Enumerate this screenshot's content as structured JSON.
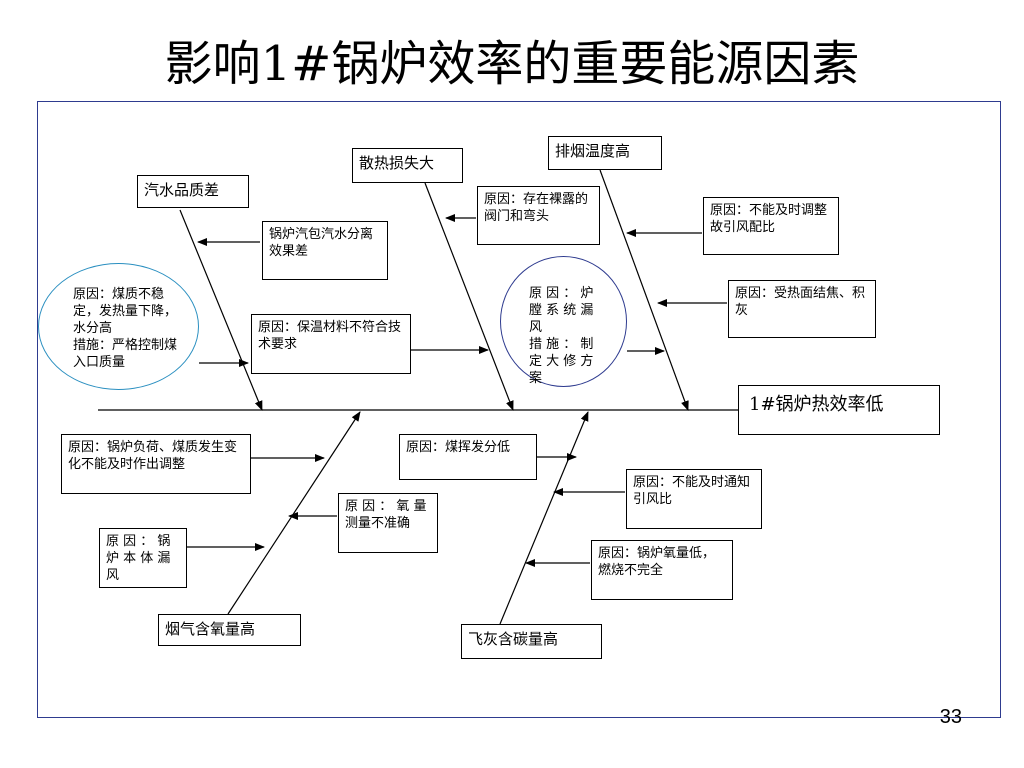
{
  "title": "影响1#锅炉效率的重要能源因素",
  "page_number": "33",
  "effect": "1#锅炉热效率低",
  "categories": {
    "water_quality": "汽水品质差",
    "heat_loss": "散热损失大",
    "exhaust_temp": "排烟温度高",
    "flue_oxygen": "烟气含氧量高",
    "fly_ash_carbon": "飞灰含碳量高"
  },
  "causes": {
    "separation": "锅炉汽包汽水分离效果差",
    "coal_quality": "原因：煤质不稳定，发热量下降，水分高\n措施：严格控制煤入口质量",
    "insulation": "原因：保温材料不符合技术要求",
    "bare_valves": "原因：存在裸露的阀门和弯头",
    "furnace_leak": "原 因 ： 炉膛 系 统 漏风\n措 施 ： 制定 大 修 方案",
    "fan_ratio": "原因：不能及时调整故引风配比",
    "slagging": "原因：受热面结焦、积灰",
    "load_change": "原因：锅炉负荷、煤质发生变化不能及时作出调整",
    "oxygen_meter": "原 因 ： 氧 量测量不准确",
    "body_leak": "原 因 ： 锅炉 本 体 漏风",
    "volatile": "原因：煤挥发分低",
    "notify_fan": "原因：不能及时通知引风比",
    "low_oxygen": "原因：锅炉氧量低，燃烧不完全"
  }
}
